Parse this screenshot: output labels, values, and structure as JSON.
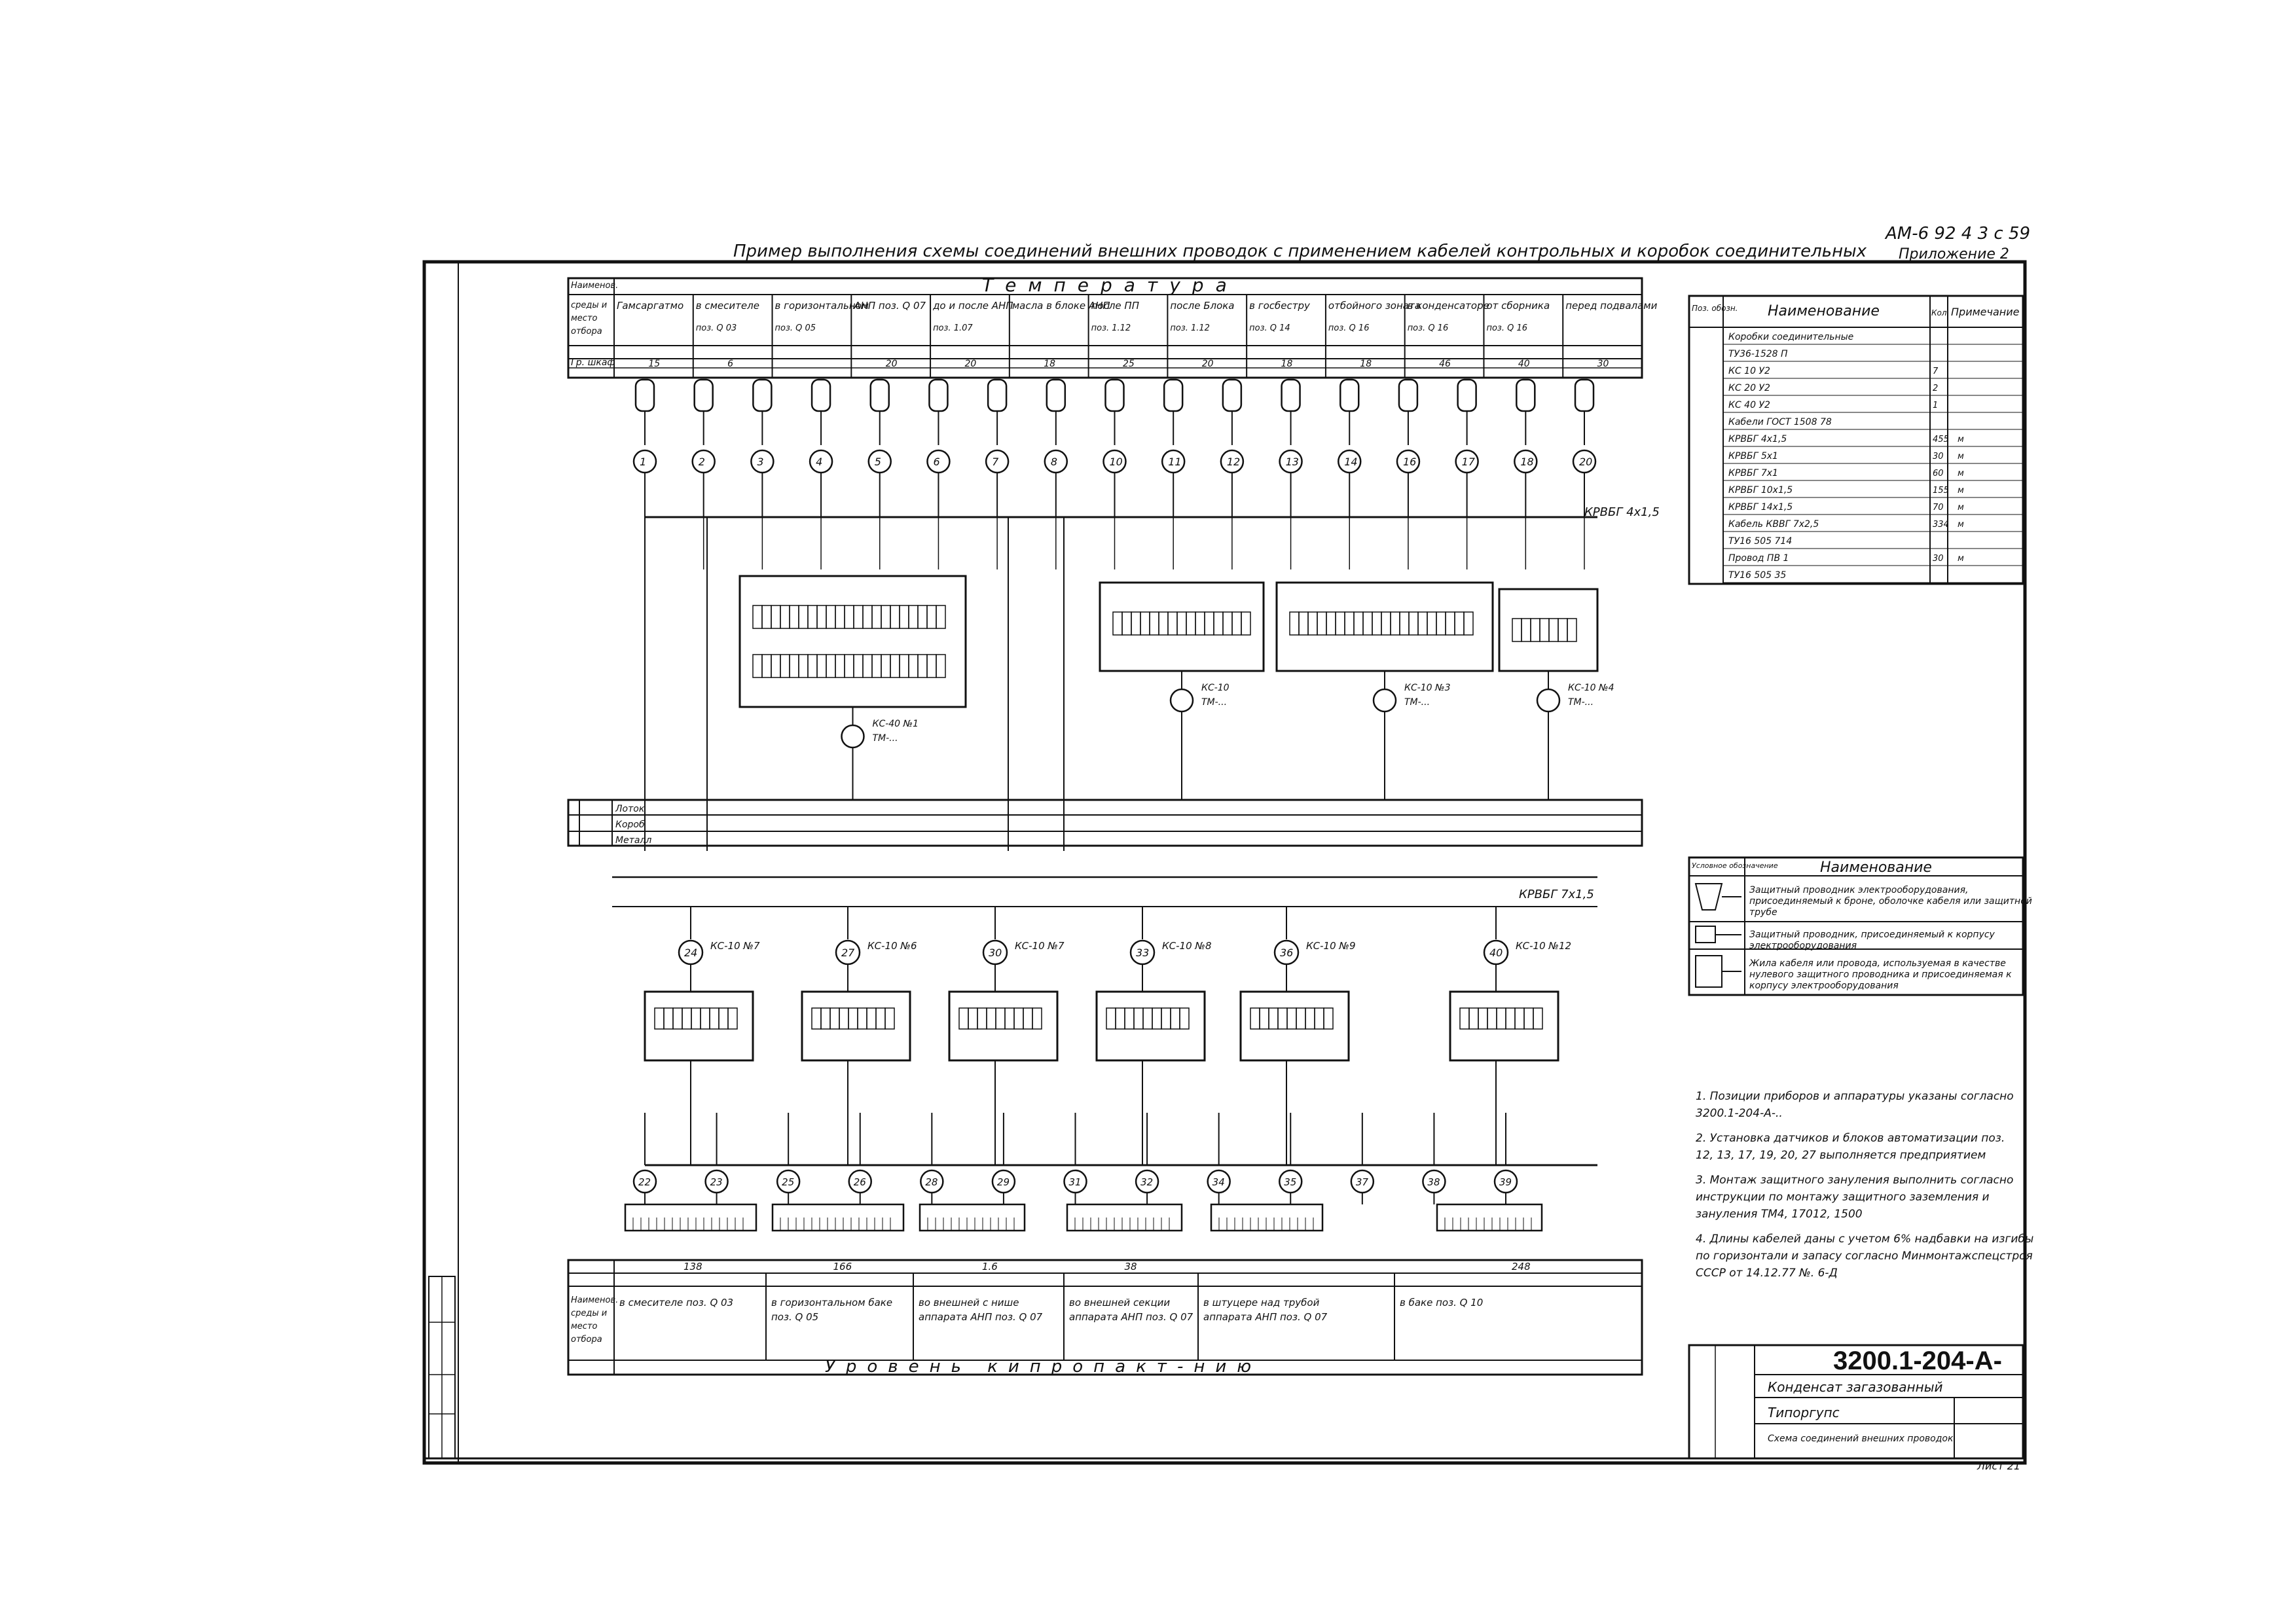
{
  "header": {
    "caption": "Пример выполнения схемы соединений внешних проводок с применением кабелей контрольных и коробок соединительных",
    "ref": "АМ-6 92 4 3 с 59",
    "appendix": "Приложение 2"
  },
  "top_table": {
    "title": "Температура",
    "columns": [
      {
        "title": "Гамсаргатмо",
        "sub": "",
        "val": "15"
      },
      {
        "title": "в смесителе",
        "sub": "поз. Q 03",
        "val": "6"
      },
      {
        "title": "в горизонтальном",
        "sub": "поз. Q 05",
        "val": ""
      },
      {
        "title": "АНП поз. Q 07",
        "sub": "",
        "val": "20"
      },
      {
        "title": "до и после АНП",
        "sub": "поз. 1.07",
        "val": "20"
      },
      {
        "title": "масла в блоке АНП",
        "sub": "",
        "val": "18"
      },
      {
        "title": "после ПП",
        "sub": "поз. 1.12",
        "val": "25"
      },
      {
        "title": "после Блока",
        "sub": "поз. 1.12",
        "val": "20"
      },
      {
        "title": "в госбестру",
        "sub": "поз. Q 14",
        "val": "18"
      },
      {
        "title": "отбойного зоната",
        "sub": "поз. Q 16",
        "val": "18"
      },
      {
        "title": "в конденсаторе",
        "sub": "поз. Q 16",
        "val": "46"
      },
      {
        "title": "от сборника",
        "sub": "поз. Q 16",
        "val": "40"
      },
      {
        "title": "перед подвалами",
        "sub": "",
        "val": "30"
      }
    ],
    "row_label": "Гр. шкаф"
  },
  "sensors": [
    "1",
    "2",
    "3",
    "4",
    "5",
    "6",
    "7",
    "8",
    "10",
    "11",
    "12",
    "13",
    "14",
    "16",
    "17",
    "18",
    "20"
  ],
  "boxes_top": [
    {
      "label": "КС-40 №1",
      "cable": "ТМ-..."
    },
    {
      "label": "КС-10",
      "cable": "ТМ-..."
    },
    {
      "label": "КС-10 №3",
      "cable": "ТМ-..."
    },
    {
      "label": "КС-10 №4",
      "cable": "ТМ-..."
    }
  ],
  "tray": {
    "labels": [
      "Лоток",
      "Короб",
      "Металл"
    ],
    "cable": "КРВБГ 7х1,5"
  },
  "boxes_bottom": [
    {
      "label": "КС-10 №7",
      "num": "24"
    },
    {
      "label": "КС-10 №6",
      "num": "27"
    },
    {
      "label": "КС-10 №7",
      "num": "30"
    },
    {
      "label": "КС-10 №8",
      "num": "33"
    },
    {
      "label": "КС-10 №9",
      "num": "36"
    },
    {
      "label": "КС-10 №12",
      "num": "40"
    }
  ],
  "bottom_circles": [
    "22",
    "23",
    "25",
    "26",
    "28",
    "29",
    "31",
    "32",
    "34",
    "35",
    "37",
    "38",
    "39"
  ],
  "bottom_table": {
    "title": "Уровень кипропакт-нию",
    "values": [
      "138",
      "166",
      "1.6",
      "38",
      "",
      "248"
    ],
    "cells": [
      "в смесителе поз. Q 03",
      "в горизонтальном баке поз. Q 05",
      "во внешней с нише аппарата АНП поз. Q 07",
      "во внешней секции аппарата АНП поз. Q 07",
      "в штуцере над трубой аппарата АНП поз. Q 07",
      "в баке поз. Q 10"
    ]
  },
  "spec_table": {
    "head": [
      "Поз. обозн.",
      "Наименование",
      "Кол.",
      "Примечание"
    ],
    "rows": [
      {
        "name": "Коробки соединительные",
        "qty": "",
        "note": ""
      },
      {
        "name": "ТУ36-1528 П",
        "qty": "",
        "note": ""
      },
      {
        "name": "КС 10 У2",
        "qty": "7",
        "note": ""
      },
      {
        "name": "КС 20 У2",
        "qty": "2",
        "note": ""
      },
      {
        "name": "КС 40 У2",
        "qty": "1",
        "note": ""
      },
      {
        "name": "Кабели ГОСТ 1508 78",
        "qty": "",
        "note": ""
      },
      {
        "name": "КРВБГ 4х1,5",
        "qty": "455",
        "note": "м"
      },
      {
        "name": "КРВБГ 5х1",
        "qty": "30",
        "note": "м"
      },
      {
        "name": "КРВБГ 7х1",
        "qty": "60",
        "note": "м"
      },
      {
        "name": "КРВБГ 10х1,5",
        "qty": "155",
        "note": "м"
      },
      {
        "name": "КРВБГ 14х1,5",
        "qty": "70",
        "note": "м"
      },
      {
        "name": "Кабель КВВГ 7х2,5",
        "qty": "334",
        "note": "м"
      },
      {
        "name": "ТУ16 505 714",
        "qty": "",
        "note": ""
      },
      {
        "name": "Провод ПВ 1",
        "qty": "30",
        "note": "м"
      },
      {
        "name": "ТУ16 505 35",
        "qty": "",
        "note": ""
      }
    ]
  },
  "legend": {
    "head": [
      "Условное обозначение",
      "Наименование"
    ],
    "rows": [
      "Защитный проводник электрооборудования, присоединяемый к броне, оболочке кабеля или защитной трубе",
      "Защитный проводник, присоединяемый к корпусу электрооборудования",
      "Жила кабеля или провода, используемая в качестве нулевого защитного проводника и присоединяемая к корпусу электрооборудования"
    ]
  },
  "notes": [
    "1. Позиции приборов и аппаратуры указаны согласно 3200.1-204-А-..",
    "2. Установка датчиков и блоков автоматизации поз. 12, 13, 17, 19, 20, 27 выполняется предприятием",
    "3. Монтаж защитного зануления выполнить согласно инструкции по монтажу защитного заземления и зануления ТМ4, 17012, 1500",
    "4. Длины кабелей даны с учетом 6% надбавки на изгибы по горизонтали и запасу согласно Минмонтажспецстроя СССР от 14.12.77 №. 6-Д"
  ],
  "title_block": {
    "doc": "3200.1-204-А-",
    "line1": "Конденсат загазованный",
    "line2": "Типоргупс",
    "line3": "Схема соединений внешних проводок",
    "sheet": "Лист 21"
  }
}
